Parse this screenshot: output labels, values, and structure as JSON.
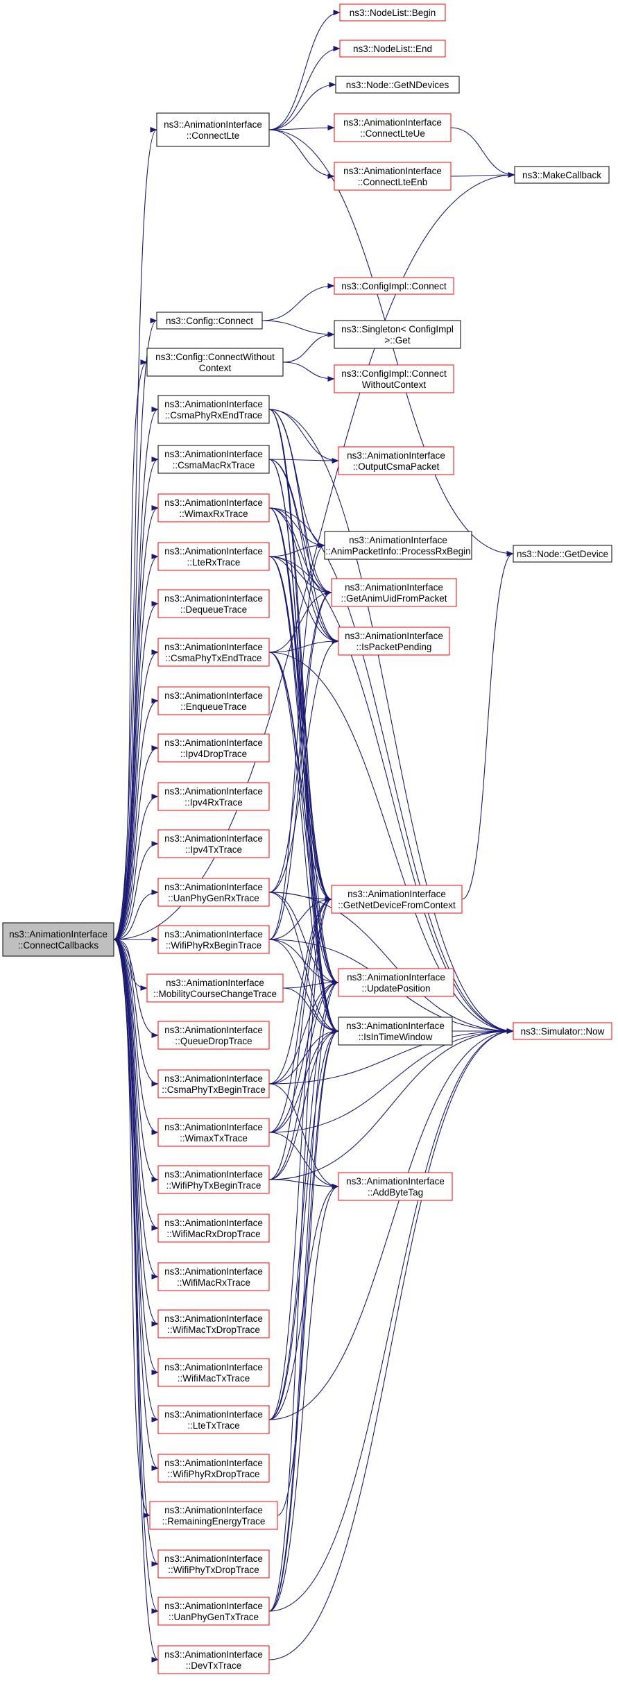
{
  "colors": {
    "edge": "#191970",
    "border_default": "#000000",
    "border_missing_doc": "#ff0000",
    "root_fill": "#bfbfbf",
    "node_fill": "#ffffff"
  },
  "nodes": [
    {
      "id": "root",
      "lines": [
        "ns3::AnimationInterface",
        "::ConnectCallbacks"
      ],
      "style": "root"
    },
    {
      "id": "connectlte",
      "lines": [
        "ns3::AnimationInterface",
        "::ConnectLte"
      ],
      "style": "black"
    },
    {
      "id": "nodelist_begin",
      "lines": [
        "ns3::NodeList::Begin"
      ],
      "style": "red"
    },
    {
      "id": "nodelist_end",
      "lines": [
        "ns3::NodeList::End"
      ],
      "style": "red"
    },
    {
      "id": "node_getndevices",
      "lines": [
        "ns3::Node::GetNDevices"
      ],
      "style": "black"
    },
    {
      "id": "connectlteue",
      "lines": [
        "ns3::AnimationInterface",
        "::ConnectLteUe"
      ],
      "style": "red"
    },
    {
      "id": "connectlteenb",
      "lines": [
        "ns3::AnimationInterface",
        "::ConnectLteEnb"
      ],
      "style": "red"
    },
    {
      "id": "makecallback",
      "lines": [
        "ns3::MakeCallback"
      ],
      "style": "black"
    },
    {
      "id": "configimpl_connect",
      "lines": [
        "ns3::ConfigImpl::Connect"
      ],
      "style": "red"
    },
    {
      "id": "config_connect",
      "lines": [
        "ns3::Config::Connect"
      ],
      "style": "black"
    },
    {
      "id": "singleton_get",
      "lines": [
        "ns3::Singleton< ConfigImpl",
        ">::Get"
      ],
      "style": "black"
    },
    {
      "id": "config_connectwithoutcontext",
      "lines": [
        "ns3::Config::ConnectWithout",
        "Context"
      ],
      "style": "black"
    },
    {
      "id": "configimpl_connectwithoutcontext",
      "lines": [
        "ns3::ConfigImpl::Connect",
        "WithoutContext"
      ],
      "style": "red"
    },
    {
      "id": "csmaphyrxendtrace",
      "lines": [
        "ns3::AnimationInterface",
        "::CsmaPhyRxEndTrace"
      ],
      "style": "black"
    },
    {
      "id": "csmamacrxtrace",
      "lines": [
        "ns3::AnimationInterface",
        "::CsmaMacRxTrace"
      ],
      "style": "black"
    },
    {
      "id": "outputcsmapacket",
      "lines": [
        "ns3::AnimationInterface",
        "::OutputCsmaPacket"
      ],
      "style": "red"
    },
    {
      "id": "wimaxrxtrace",
      "lines": [
        "ns3::AnimationInterface",
        "::WimaxRxTrace"
      ],
      "style": "red"
    },
    {
      "id": "processrxbegin",
      "lines": [
        "ns3::AnimationInterface",
        "::AnimPacketInfo::ProcessRxBegin"
      ],
      "style": "black"
    },
    {
      "id": "node_getdevice",
      "lines": [
        "ns3::Node::GetDevice"
      ],
      "style": "black"
    },
    {
      "id": "lterxtrace",
      "lines": [
        "ns3::AnimationInterface",
        "::LteRxTrace"
      ],
      "style": "red"
    },
    {
      "id": "getanimuidfrompacket",
      "lines": [
        "ns3::AnimationInterface",
        "::GetAnimUidFromPacket"
      ],
      "style": "red"
    },
    {
      "id": "dequeuetrace",
      "lines": [
        "ns3::AnimationInterface",
        "::DequeueTrace"
      ],
      "style": "red"
    },
    {
      "id": "csmaphytxendtrace",
      "lines": [
        "ns3::AnimationInterface",
        "::CsmaPhyTxEndTrace"
      ],
      "style": "red"
    },
    {
      "id": "ispacketpending",
      "lines": [
        "ns3::AnimationInterface",
        "::IsPacketPending"
      ],
      "style": "red"
    },
    {
      "id": "enqueuetrace",
      "lines": [
        "ns3::AnimationInterface",
        "::EnqueueTrace"
      ],
      "style": "red"
    },
    {
      "id": "ipv4droptrace",
      "lines": [
        "ns3::AnimationInterface",
        "::Ipv4DropTrace"
      ],
      "style": "red"
    },
    {
      "id": "ipv4rxtrace",
      "lines": [
        "ns3::AnimationInterface",
        "::Ipv4RxTrace"
      ],
      "style": "red"
    },
    {
      "id": "ipv4txtrace",
      "lines": [
        "ns3::AnimationInterface",
        "::Ipv4TxTrace"
      ],
      "style": "red"
    },
    {
      "id": "uanphygenrxtrace",
      "lines": [
        "ns3::AnimationInterface",
        "::UanPhyGenRxTrace"
      ],
      "style": "red"
    },
    {
      "id": "getnetdevicefromcontext",
      "lines": [
        "ns3::AnimationInterface",
        "::GetNetDeviceFromContext"
      ],
      "style": "red"
    },
    {
      "id": "wifiphyrxbegintrace",
      "lines": [
        "ns3::AnimationInterface",
        "::WifiPhyRxBeginTrace"
      ],
      "style": "red"
    },
    {
      "id": "mobilitycoursechangetrace",
      "lines": [
        "ns3::AnimationInterface",
        "::MobilityCourseChangeTrace"
      ],
      "style": "red"
    },
    {
      "id": "updateposition",
      "lines": [
        "ns3::AnimationInterface",
        "::UpdatePosition"
      ],
      "style": "red"
    },
    {
      "id": "queuedroptrace",
      "lines": [
        "ns3::AnimationInterface",
        "::QueueDropTrace"
      ],
      "style": "red"
    },
    {
      "id": "isintimewindow",
      "lines": [
        "ns3::AnimationInterface",
        "::IsInTimeWindow"
      ],
      "style": "black"
    },
    {
      "id": "simulator_now",
      "lines": [
        "ns3::Simulator::Now"
      ],
      "style": "red"
    },
    {
      "id": "csmaphytxbegintrace",
      "lines": [
        "ns3::AnimationInterface",
        "::CsmaPhyTxBeginTrace"
      ],
      "style": "red"
    },
    {
      "id": "wimaxtxtrace",
      "lines": [
        "ns3::AnimationInterface",
        "::WimaxTxTrace"
      ],
      "style": "red"
    },
    {
      "id": "wifiphytxbegintrace",
      "lines": [
        "ns3::AnimationInterface",
        "::WifiPhyTxBeginTrace"
      ],
      "style": "red"
    },
    {
      "id": "addbytetag",
      "lines": [
        "ns3::AnimationInterface",
        "::AddByteTag"
      ],
      "style": "red"
    },
    {
      "id": "wifimacrxdroptrace",
      "lines": [
        "ns3::AnimationInterface",
        "::WifiMacRxDropTrace"
      ],
      "style": "red"
    },
    {
      "id": "wifimacrxtrace",
      "lines": [
        "ns3::AnimationInterface",
        "::WifiMacRxTrace"
      ],
      "style": "red"
    },
    {
      "id": "wifimactxdroptrace",
      "lines": [
        "ns3::AnimationInterface",
        "::WifiMacTxDropTrace"
      ],
      "style": "red"
    },
    {
      "id": "wifimactxtrace",
      "lines": [
        "ns3::AnimationInterface",
        "::WifiMacTxTrace"
      ],
      "style": "red"
    },
    {
      "id": "ltetxtrace",
      "lines": [
        "ns3::AnimationInterface",
        "::LteTxTrace"
      ],
      "style": "red"
    },
    {
      "id": "wifiphyrxdroptrace",
      "lines": [
        "ns3::AnimationInterface",
        "::WifiPhyRxDropTrace"
      ],
      "style": "red"
    },
    {
      "id": "remainingenergytrace",
      "lines": [
        "ns3::AnimationInterface",
        "::RemainingEnergyTrace"
      ],
      "style": "red"
    },
    {
      "id": "wifiphytxdroptrace",
      "lines": [
        "ns3::AnimationInterface",
        "::WifiPhyTxDropTrace"
      ],
      "style": "red"
    },
    {
      "id": "uanphygentxtrace",
      "lines": [
        "ns3::AnimationInterface",
        "::UanPhyGenTxTrace"
      ],
      "style": "red"
    },
    {
      "id": "devtxtrace",
      "lines": [
        "ns3::AnimationInterface",
        "::DevTxTrace"
      ],
      "style": "red"
    }
  ],
  "edges": [
    [
      "root",
      "connectlte"
    ],
    [
      "root",
      "makecallback"
    ],
    [
      "root",
      "config_connect"
    ],
    [
      "root",
      "config_connectwithoutcontext"
    ],
    [
      "root",
      "csmaphyrxendtrace"
    ],
    [
      "root",
      "csmamacrxtrace"
    ],
    [
      "root",
      "wimaxrxtrace"
    ],
    [
      "root",
      "lterxtrace"
    ],
    [
      "root",
      "dequeuetrace"
    ],
    [
      "root",
      "csmaphytxendtrace"
    ],
    [
      "root",
      "enqueuetrace"
    ],
    [
      "root",
      "ipv4droptrace"
    ],
    [
      "root",
      "ipv4rxtrace"
    ],
    [
      "root",
      "ipv4txtrace"
    ],
    [
      "root",
      "uanphygenrxtrace"
    ],
    [
      "root",
      "wifiphyrxbegintrace"
    ],
    [
      "root",
      "mobilitycoursechangetrace"
    ],
    [
      "root",
      "queuedroptrace"
    ],
    [
      "root",
      "csmaphytxbegintrace"
    ],
    [
      "root",
      "wimaxtxtrace"
    ],
    [
      "root",
      "wifiphytxbegintrace"
    ],
    [
      "root",
      "wifimacrxdroptrace"
    ],
    [
      "root",
      "wifimacrxtrace"
    ],
    [
      "root",
      "wifimactxdroptrace"
    ],
    [
      "root",
      "wifimactxtrace"
    ],
    [
      "root",
      "ltetxtrace"
    ],
    [
      "root",
      "wifiphyrxdroptrace"
    ],
    [
      "root",
      "remainingenergytrace"
    ],
    [
      "root",
      "wifiphytxdroptrace"
    ],
    [
      "root",
      "uanphygentxtrace"
    ],
    [
      "root",
      "devtxtrace"
    ],
    [
      "connectlte",
      "nodelist_begin"
    ],
    [
      "connectlte",
      "nodelist_end"
    ],
    [
      "connectlte",
      "node_getndevices"
    ],
    [
      "connectlte",
      "connectlteue"
    ],
    [
      "connectlte",
      "connectlteenb"
    ],
    [
      "connectlte",
      "node_getdevice"
    ],
    [
      "connectlteue",
      "makecallback"
    ],
    [
      "connectlteenb",
      "makecallback"
    ],
    [
      "config_connect",
      "configimpl_connect"
    ],
    [
      "config_connect",
      "singleton_get"
    ],
    [
      "config_connectwithoutcontext",
      "singleton_get"
    ],
    [
      "config_connectwithoutcontext",
      "configimpl_connectwithoutcontext"
    ],
    [
      "csmaphyrxendtrace",
      "outputcsmapacket"
    ],
    [
      "csmaphyrxendtrace",
      "processrxbegin"
    ],
    [
      "csmaphyrxendtrace",
      "getanimuidfrompacket"
    ],
    [
      "csmaphyrxendtrace",
      "ispacketpending"
    ],
    [
      "csmaphyrxendtrace",
      "getnetdevicefromcontext"
    ],
    [
      "csmaphyrxendtrace",
      "updateposition"
    ],
    [
      "csmaphyrxendtrace",
      "isintimewindow"
    ],
    [
      "csmaphyrxendtrace",
      "simulator_now"
    ],
    [
      "csmamacrxtrace",
      "outputcsmapacket"
    ],
    [
      "csmamacrxtrace",
      "getanimuidfrompacket"
    ],
    [
      "csmamacrxtrace",
      "ispacketpending"
    ],
    [
      "csmamacrxtrace",
      "getnetdevicefromcontext"
    ],
    [
      "csmamacrxtrace",
      "isintimewindow"
    ],
    [
      "wimaxrxtrace",
      "processrxbegin"
    ],
    [
      "wimaxrxtrace",
      "getanimuidfrompacket"
    ],
    [
      "wimaxrxtrace",
      "ispacketpending"
    ],
    [
      "wimaxrxtrace",
      "getnetdevicefromcontext"
    ],
    [
      "wimaxrxtrace",
      "updateposition"
    ],
    [
      "wimaxrxtrace",
      "isintimewindow"
    ],
    [
      "wimaxrxtrace",
      "simulator_now"
    ],
    [
      "lterxtrace",
      "processrxbegin"
    ],
    [
      "lterxtrace",
      "getanimuidfrompacket"
    ],
    [
      "lterxtrace",
      "ispacketpending"
    ],
    [
      "lterxtrace",
      "getnetdevicefromcontext"
    ],
    [
      "lterxtrace",
      "updateposition"
    ],
    [
      "lterxtrace",
      "isintimewindow"
    ],
    [
      "lterxtrace",
      "simulator_now"
    ],
    [
      "csmaphytxendtrace",
      "getanimuidfrompacket"
    ],
    [
      "csmaphytxendtrace",
      "ispacketpending"
    ],
    [
      "csmaphytxendtrace",
      "getnetdevicefromcontext"
    ],
    [
      "csmaphytxendtrace",
      "updateposition"
    ],
    [
      "csmaphytxendtrace",
      "isintimewindow"
    ],
    [
      "csmaphytxendtrace",
      "simulator_now"
    ],
    [
      "uanphygenrxtrace",
      "getanimuidfrompacket"
    ],
    [
      "uanphygenrxtrace",
      "ispacketpending"
    ],
    [
      "uanphygenrxtrace",
      "getnetdevicefromcontext"
    ],
    [
      "uanphygenrxtrace",
      "updateposition"
    ],
    [
      "uanphygenrxtrace",
      "isintimewindow"
    ],
    [
      "uanphygenrxtrace",
      "simulator_now"
    ],
    [
      "wifiphyrxbegintrace",
      "processrxbegin"
    ],
    [
      "wifiphyrxbegintrace",
      "getanimuidfrompacket"
    ],
    [
      "wifiphyrxbegintrace",
      "getnetdevicefromcontext"
    ],
    [
      "wifiphyrxbegintrace",
      "updateposition"
    ],
    [
      "wifiphyrxbegintrace",
      "isintimewindow"
    ],
    [
      "wifiphyrxbegintrace",
      "simulator_now"
    ],
    [
      "mobilitycoursechangetrace",
      "updateposition"
    ],
    [
      "mobilitycoursechangetrace",
      "isintimewindow"
    ],
    [
      "getnetdevicefromcontext",
      "node_getdevice"
    ],
    [
      "isintimewindow",
      "simulator_now"
    ],
    [
      "csmaphytxbegintrace",
      "getnetdevicefromcontext"
    ],
    [
      "csmaphytxbegintrace",
      "updateposition"
    ],
    [
      "csmaphytxbegintrace",
      "isintimewindow"
    ],
    [
      "csmaphytxbegintrace",
      "simulator_now"
    ],
    [
      "csmaphytxbegintrace",
      "addbytetag"
    ],
    [
      "wimaxtxtrace",
      "getnetdevicefromcontext"
    ],
    [
      "wimaxtxtrace",
      "updateposition"
    ],
    [
      "wimaxtxtrace",
      "isintimewindow"
    ],
    [
      "wimaxtxtrace",
      "simulator_now"
    ],
    [
      "wimaxtxtrace",
      "addbytetag"
    ],
    [
      "wifiphytxbegintrace",
      "getnetdevicefromcontext"
    ],
    [
      "wifiphytxbegintrace",
      "updateposition"
    ],
    [
      "wifiphytxbegintrace",
      "isintimewindow"
    ],
    [
      "wifiphytxbegintrace",
      "simulator_now"
    ],
    [
      "wifiphytxbegintrace",
      "addbytetag"
    ],
    [
      "ltetxtrace",
      "getnetdevicefromcontext"
    ],
    [
      "ltetxtrace",
      "updateposition"
    ],
    [
      "ltetxtrace",
      "isintimewindow"
    ],
    [
      "ltetxtrace",
      "simulator_now"
    ],
    [
      "ltetxtrace",
      "addbytetag"
    ],
    [
      "remainingenergytrace",
      "isintimewindow"
    ],
    [
      "uanphygentxtrace",
      "getnetdevicefromcontext"
    ],
    [
      "uanphygentxtrace",
      "updateposition"
    ],
    [
      "uanphygentxtrace",
      "isintimewindow"
    ],
    [
      "uanphygentxtrace",
      "simulator_now"
    ],
    [
      "uanphygentxtrace",
      "addbytetag"
    ],
    [
      "devtxtrace",
      "simulator_now"
    ]
  ]
}
